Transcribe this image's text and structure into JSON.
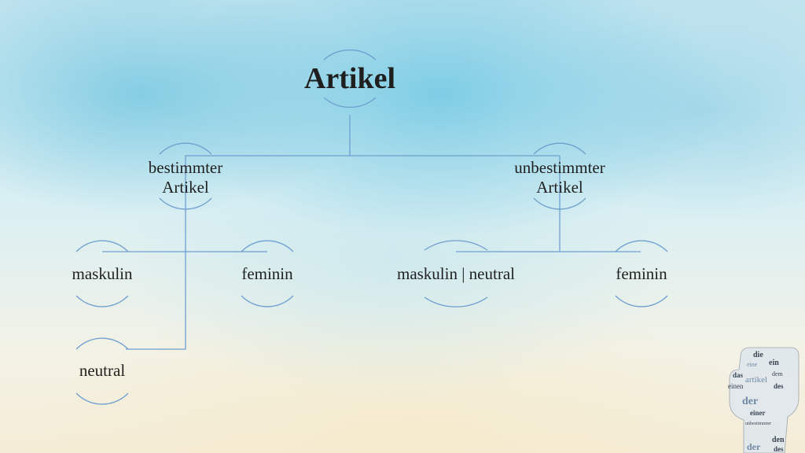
{
  "diagram": {
    "root": "Artikel",
    "definite": {
      "line1": "bestimmter",
      "line2": "Artikel"
    },
    "indefinite": {
      "line1": "unbestimmter",
      "line2": "Artikel"
    },
    "definite_children": [
      "maskulin",
      "feminin",
      "neutral"
    ],
    "indefinite_children": [
      "maskulin | neutral",
      "feminin"
    ]
  },
  "colors": {
    "line": "#5b8fc7",
    "text": "#1f1f1f"
  },
  "decoration": {
    "icon": "fist-word-cloud-icon",
    "words": [
      "die",
      "ein",
      "eine",
      "das",
      "dem",
      "des",
      "einen",
      "artikel",
      "der",
      "einer",
      "den",
      "unbestimmter"
    ]
  }
}
